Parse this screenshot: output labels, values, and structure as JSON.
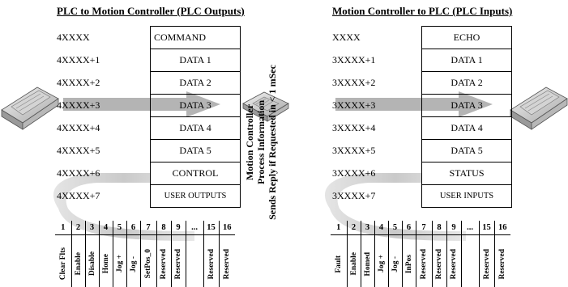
{
  "left_panel": {
    "title": "PLC to Motion Controller (PLC Outputs)",
    "addresses": [
      "4XXXX",
      "4XXXX+1",
      "4XXXX+2",
      "4XXXX+3",
      "4XXXX+4",
      "4XXXX+5",
      "4XXXX+6",
      "4XXXX+7"
    ],
    "registers": [
      "COMMAND",
      "DATA 1",
      "DATA 2",
      "DATA 3",
      "DATA 4",
      "DATA 5",
      "CONTROL",
      "USER OUTPUTS"
    ],
    "bit_numbers": [
      "1",
      "2",
      "3",
      "4",
      "5",
      "6",
      "7",
      "8",
      "9",
      "...",
      "15",
      "16"
    ],
    "bit_names": [
      "Clear Flts",
      "Enable",
      "Disable",
      "Home",
      "Jog +",
      "Jog -",
      "SetPos_0",
      "Reserved",
      "Reserved",
      "",
      "Reserved",
      "Reserved"
    ]
  },
  "right_panel": {
    "title": "Motion Controller to PLC (PLC Inputs)",
    "addresses": [
      "XXXX",
      "3XXXX+1",
      "3XXXX+2",
      "3XXXX+3",
      "3XXXX+4",
      "3XXXX+5",
      "3XXXX+6",
      "3XXXX+7"
    ],
    "registers": [
      "ECHO",
      "DATA 1",
      "DATA 2",
      "DATA 3",
      "DATA 4",
      "DATA 5",
      "STATUS",
      "USER INPUTS"
    ],
    "bit_numbers": [
      "1",
      "2",
      "3",
      "4",
      "5",
      "6",
      "7",
      "8",
      "9",
      "...",
      "15",
      "16"
    ],
    "bit_names": [
      "Fault",
      "Enable",
      "Homed",
      "Jog +",
      "Jog -",
      "InPos",
      "Reserved",
      "Reserved",
      "Reserved",
      "",
      "Reserved",
      "Reserved"
    ]
  },
  "center": {
    "lines": [
      "Motion Controller",
      "Process Information",
      "Sends Reply if Requested in < 1 mSec"
    ]
  },
  "icons": [
    "plc-device-icon",
    "motion-controller-icon",
    "plc-device-icon"
  ],
  "colors": {
    "arrow": "#b4b4b4",
    "loop": "#c8c8c8",
    "border": "#000000"
  }
}
